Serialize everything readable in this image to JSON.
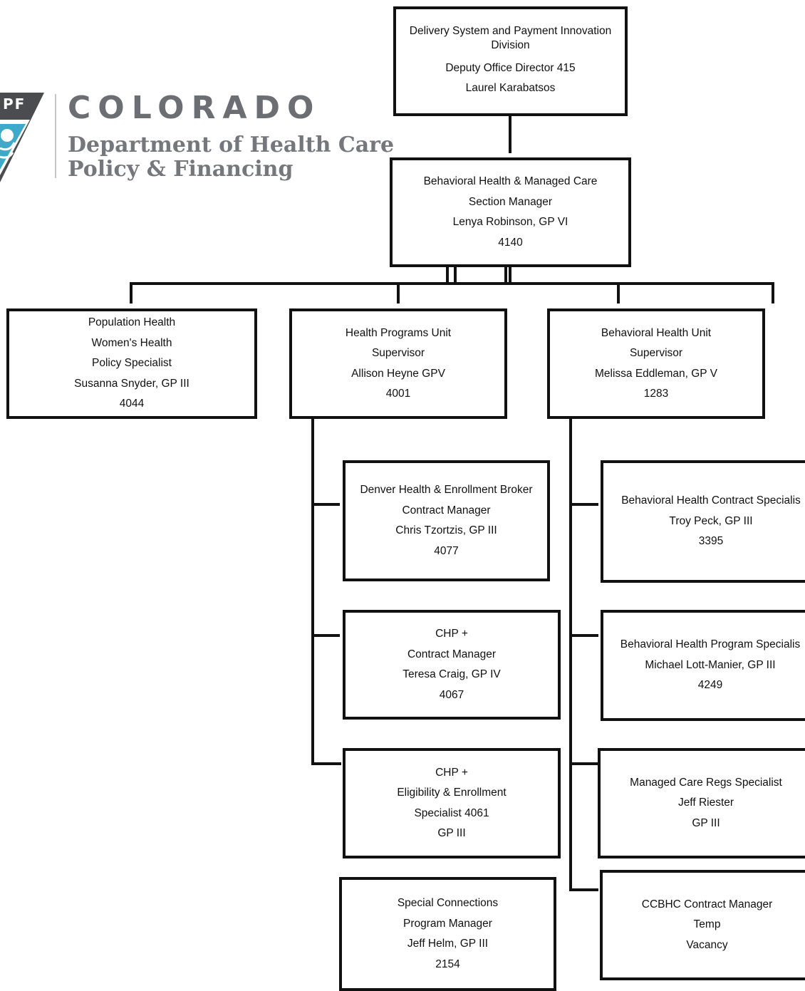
{
  "logo": {
    "emblem_text": "PF",
    "brand": "COLORADO",
    "dept_line1": "Department of Health Care",
    "dept_line2": "Policy & Financing",
    "colors": {
      "gray": "#6b6e73",
      "emblem": "#4a4c50",
      "accent": "#b9d234"
    }
  },
  "division": {
    "line1": "Delivery System and Payment Innovation",
    "line2": "Division",
    "line3": "Deputy Office Director 415",
    "line4": "Laurel Karabatsos"
  },
  "section": {
    "lines": [
      "Behavioral Health & Managed Care",
      "Section Manager",
      "Lenya Robinson, GP VI",
      "4140"
    ]
  },
  "population_health": {
    "lines": [
      "Population Health",
      "Women's Health",
      "Policy Specialist",
      "Susanna Snyder, GP III",
      "4044"
    ]
  },
  "health_programs_unit": {
    "lines": [
      "Health Programs Unit",
      "Supervisor",
      "Allison Heyne GPV",
      "4001"
    ]
  },
  "behavioral_health_unit": {
    "lines": [
      "Behavioral Health Unit",
      "Supervisor",
      "Melissa Eddleman, GP V",
      "1283"
    ]
  },
  "denver_health": {
    "lines": [
      "Denver Health & Enrollment Broker",
      "Contract Manager",
      "Chris Tzortzis, GP III",
      "4077"
    ]
  },
  "chp_contract": {
    "lines": [
      "CHP +",
      "Contract Manager",
      "Teresa Craig, GP IV",
      "4067"
    ]
  },
  "chp_eligibility": {
    "lines": [
      "CHP +",
      "Eligibility & Enrollment",
      "Specialist 4061",
      "GP III"
    ]
  },
  "special_connections": {
    "lines": [
      "Special Connections",
      "Program Manager",
      "Jeff Helm, GP III",
      "2154"
    ]
  },
  "bh_contract_specialist": {
    "lines": [
      "Behavioral Health Contract Specialis",
      "Troy Peck, GP III",
      "3395"
    ]
  },
  "bh_program_specialist": {
    "lines": [
      "Behavioral Health Program Specialis",
      "Michael Lott-Manier, GP III",
      "4249"
    ]
  },
  "managed_care_regs": {
    "lines": [
      "Managed Care Regs Specialist",
      "Jeff Riester",
      "GP III"
    ]
  },
  "ccbhc": {
    "lines": [
      "CCBHC Contract Manager",
      "Temp",
      "Vacancy"
    ]
  }
}
